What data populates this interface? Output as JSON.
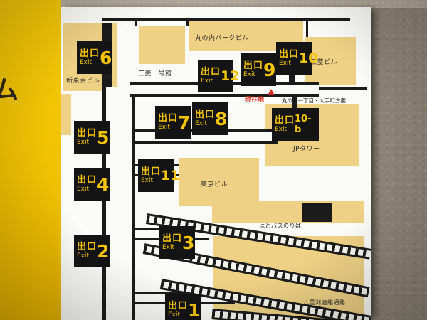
{
  "sign": {
    "partial_left_text": "ム",
    "current_location": "現在地",
    "direction_label": "丸の内一丁目・大手町方面"
  },
  "exits": [
    {
      "jp": "出口",
      "en": "Exit",
      "number": "6"
    },
    {
      "jp": "出口",
      "en": "Exit",
      "number": "12"
    },
    {
      "jp": "出口",
      "en": "Exit",
      "number": "9"
    },
    {
      "jp": "出口",
      "en": "Exit",
      "number": "10"
    },
    {
      "jp": "出口",
      "en": "Exit",
      "number": "7"
    },
    {
      "jp": "出口",
      "en": "Exit",
      "number": "8"
    },
    {
      "jp": "出口",
      "en": "Exit",
      "number": "10-b"
    },
    {
      "jp": "出口",
      "en": "Exit",
      "number": "5"
    },
    {
      "jp": "出口",
      "en": "Exit",
      "number": "11"
    },
    {
      "jp": "出口",
      "en": "Exit",
      "number": "4"
    },
    {
      "jp": "出口",
      "en": "Exit",
      "number": "3"
    },
    {
      "jp": "出口",
      "en": "Exit",
      "number": "2"
    },
    {
      "jp": "出口",
      "en": "Exit",
      "number": "1"
    }
  ],
  "buildings": [
    {
      "name": "丸の内パークビル"
    },
    {
      "name": "三菱一号館"
    },
    {
      "name": "新東京ビル"
    },
    {
      "name": "三菱ビル"
    },
    {
      "name": "JPタワー"
    },
    {
      "name": "東京ビル"
    }
  ],
  "areas": {
    "hatobus": "はとバスのりば",
    "yaesu_passage": "八重洲連絡通路"
  },
  "colors": {
    "accent_yellow": "#f2c400",
    "sign_black": "#141414",
    "building_tan": "#eed184",
    "current_red": "#d42a1e"
  }
}
